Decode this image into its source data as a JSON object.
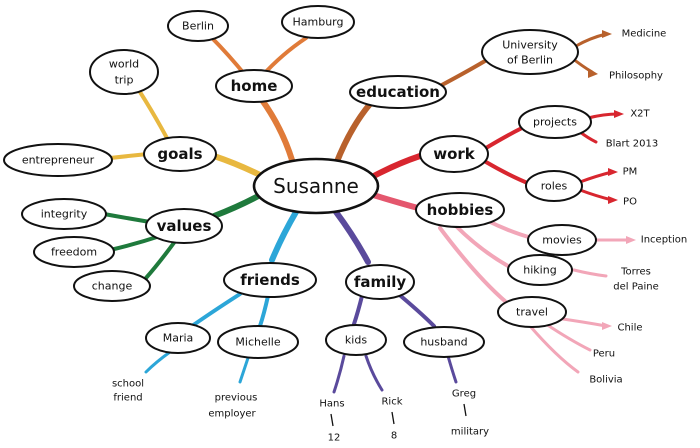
{
  "center": {
    "label": "Susanne"
  },
  "branches": {
    "home": {
      "label": "home",
      "color": "#e07b39",
      "berlin": "Berlin",
      "hamburg": "Hamburg"
    },
    "education": {
      "label": "education",
      "color": "#b8612c",
      "university_line1": "University",
      "university_line2": "of Berlin",
      "medicine": "Medicine",
      "philosophy": "Philosophy"
    },
    "work": {
      "label": "work",
      "color": "#d8262f",
      "projects": "projects",
      "x2t": "X2T",
      "blart": "Blart 2013",
      "roles": "roles",
      "pm": "PM",
      "po": "PO"
    },
    "hobbies": {
      "label": "hobbies",
      "color": "#e4576e",
      "light_color": "#f2a6b8",
      "movies": "movies",
      "inception": "Inception",
      "hiking": "hiking",
      "torres_line1": "Torres",
      "torres_line2": "del Paine",
      "travel": "travel",
      "chile": "Chile",
      "peru": "Peru",
      "bolivia": "Bolivia"
    },
    "family": {
      "label": "family",
      "color": "#5a4a9c",
      "kids": "kids",
      "hans": "Hans",
      "hans_age": "12",
      "rick": "Rick",
      "rick_age": "8",
      "husband": "husband",
      "greg": "Greg",
      "greg_job": "military"
    },
    "friends": {
      "label": "friends",
      "color": "#2ca6d8",
      "maria": "Maria",
      "maria_note_line1": "school",
      "maria_note_line2": "friend",
      "michelle": "Michelle",
      "michelle_note_line1": "previous",
      "michelle_note_line2": "employer"
    },
    "values": {
      "label": "values",
      "color": "#1f7a3c",
      "integrity": "integrity",
      "freedom": "freedom",
      "change": "change"
    },
    "goals": {
      "label": "goals",
      "color": "#e8b840",
      "world_line1": "world",
      "world_line2": "trip",
      "entrepreneur": "entrepreneur"
    }
  }
}
